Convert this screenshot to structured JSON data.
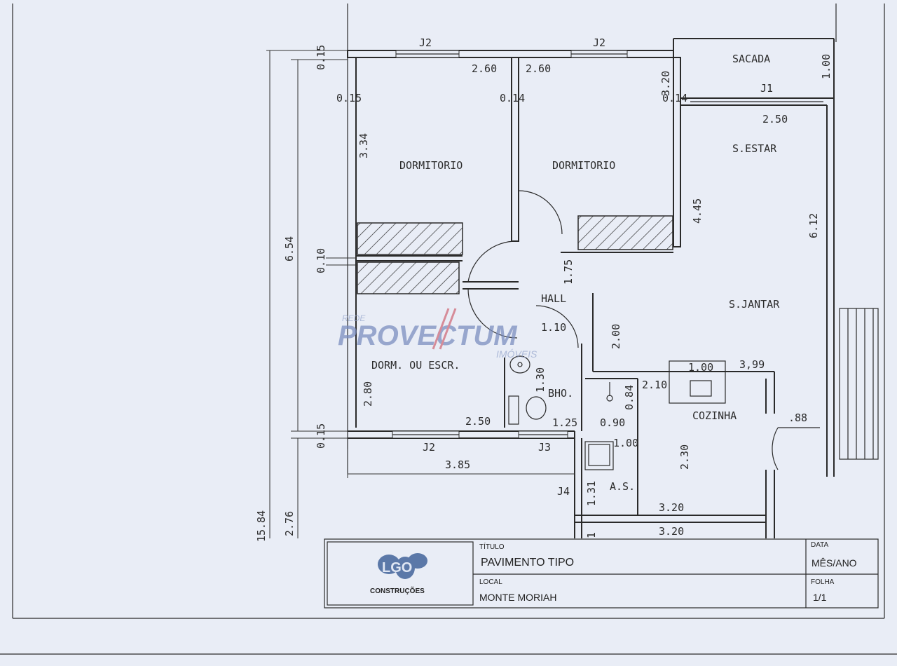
{
  "rooms": {
    "dorm1": "DORMITORIO",
    "dorm2": "DORMITORIO",
    "dorm3": "DORM. OU ESCR.",
    "hall": "HALL",
    "bho": "BHO.",
    "sacada": "SACADA",
    "estar": "S.ESTAR",
    "jantar": "S.JANTAR",
    "cozinha": "COZINHA",
    "as": "A.S."
  },
  "windows": {
    "j2_a": "J2",
    "j2_b": "J2",
    "j2_c": "J2",
    "j1": "J1",
    "j3": "J3",
    "j4": "J4"
  },
  "dims": {
    "d015_top": "0.15",
    "d260_a": "2.60",
    "d260_b": "2.60",
    "d320_top": "3.20",
    "d015_left": "0.15",
    "d014_a": "0.14",
    "d014_b": "0.14",
    "d334": "3.34",
    "d654": "6.54",
    "d010": "0.10",
    "d175": "1.75",
    "d445": "4.45",
    "d612": "6.12",
    "d250_sac": "2.50",
    "d100_sac": "1.00",
    "d110": "1.10",
    "d130": "1.30",
    "d200": "2.00",
    "d100_coz": "1.00",
    "d399": "3,99",
    "d210": "2.10",
    "d084": "0.84",
    "d280": "2.80",
    "d250_dorm": "2.50",
    "d125": "1.25",
    "d090": "0.90",
    "d088": ".88",
    "d015_bot": "0.15",
    "d385": "3.85",
    "d100_as": "1.00",
    "d230": "2.30",
    "d131": "1.31",
    "d320_a": "3.20",
    "d320_b": "3.20",
    "d1584": "15.84",
    "d276": "2.76",
    "d_frag": "1"
  },
  "watermark": {
    "rede": "REDE",
    "brand": "PROVECTUM",
    "sub": "IMÓVEIS"
  },
  "title_block": {
    "titulo_label": "TÍTULO",
    "titulo": "PAVIMENTO TIPO",
    "local_label": "LOCAL",
    "local": "MONTE MORIAH",
    "data_label": "DATA",
    "data": "MÊS/ANO",
    "folha_label": "FOLHA",
    "folha": "1/1",
    "logo_text": "CONSTRUÇÕES",
    "logo_letters": "LGO"
  },
  "colors": {
    "paper": "#e9edf6",
    "ink": "#2a2a2a",
    "watermark": "#7c8fc0",
    "watermark_accent": "#d06c7a",
    "logo": "#5b78a8"
  }
}
